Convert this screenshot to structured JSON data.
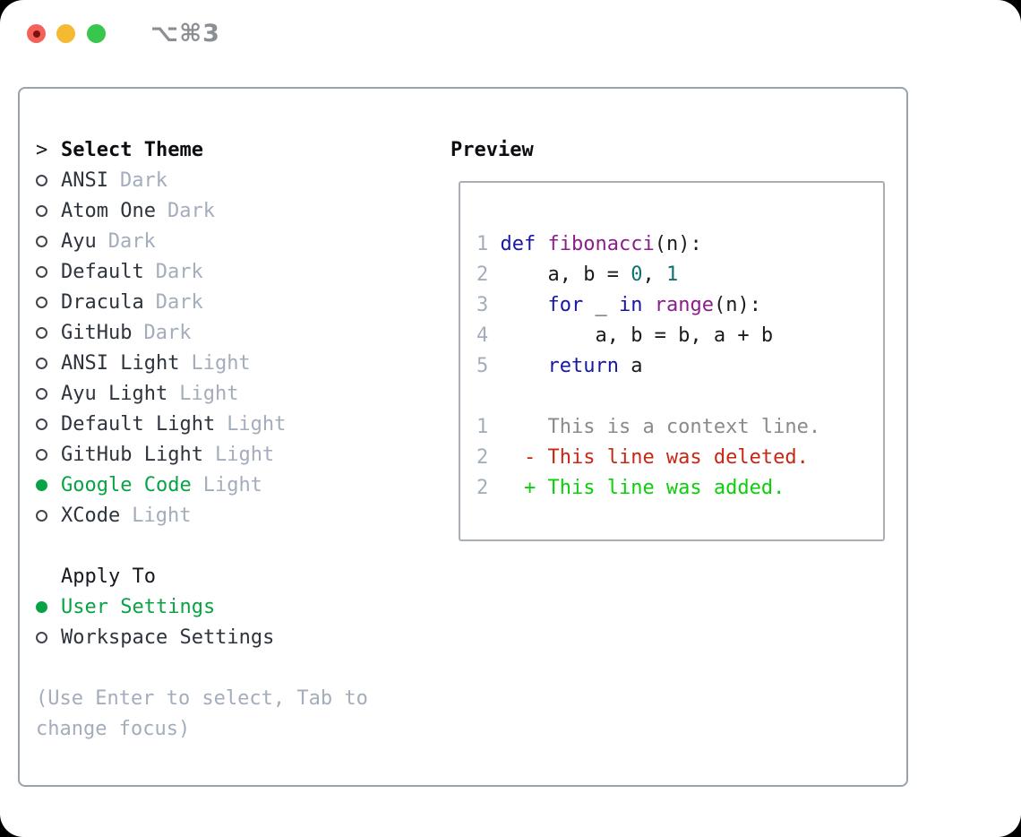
{
  "window": {
    "title": "⌥⌘3"
  },
  "colors": {
    "traffic_red": "#f4615a",
    "traffic_yellow": "#f6ba32",
    "traffic_green": "#39c64c",
    "selected_green": "#07a344",
    "muted_gray": "#a3adbb",
    "keyword_blue": "#1717a5",
    "function_purple": "#8c1d8c",
    "literal_teal": "#0e7070",
    "diff_context_gray": "#8a8a8a",
    "diff_deleted_red": "#c92714",
    "diff_added_green": "#0ccf0c"
  },
  "sidebar": {
    "heading_marker": ">",
    "heading": "Select Theme",
    "themes": [
      {
        "name": "ANSI",
        "variant": "Dark",
        "selected": false
      },
      {
        "name": "Atom One",
        "variant": "Dark",
        "selected": false
      },
      {
        "name": "Ayu",
        "variant": "Dark",
        "selected": false
      },
      {
        "name": "Default",
        "variant": "Dark",
        "selected": false
      },
      {
        "name": "Dracula",
        "variant": "Dark",
        "selected": false
      },
      {
        "name": "GitHub",
        "variant": "Dark",
        "selected": false
      },
      {
        "name": "ANSI Light",
        "variant": "Light",
        "selected": false
      },
      {
        "name": "Ayu Light",
        "variant": "Light",
        "selected": false
      },
      {
        "name": "Default Light",
        "variant": "Light",
        "selected": false
      },
      {
        "name": "GitHub Light",
        "variant": "Light",
        "selected": false
      },
      {
        "name": "Google Code",
        "variant": "Light",
        "selected": true
      },
      {
        "name": "XCode",
        "variant": "Light",
        "selected": false
      }
    ],
    "apply_heading": "Apply To",
    "apply_options": [
      {
        "name": "User Settings",
        "selected": true
      },
      {
        "name": "Workspace Settings",
        "selected": false
      }
    ],
    "hint_lines": [
      "(Use Enter to select, Tab to",
      "change focus)"
    ]
  },
  "preview": {
    "heading": "Preview",
    "code_lines": [
      {
        "num": "1",
        "tokens": [
          {
            "t": "def",
            "c": "kw"
          },
          {
            "t": " ",
            "c": "pln"
          },
          {
            "t": "fibonacci",
            "c": "fn"
          },
          {
            "t": "(n):",
            "c": "pln"
          }
        ]
      },
      {
        "num": "2",
        "tokens": [
          {
            "t": "    a, b = ",
            "c": "pln"
          },
          {
            "t": "0",
            "c": "lit"
          },
          {
            "t": ", ",
            "c": "pln"
          },
          {
            "t": "1",
            "c": "lit"
          }
        ]
      },
      {
        "num": "3",
        "tokens": [
          {
            "t": "    ",
            "c": "pln"
          },
          {
            "t": "for",
            "c": "kw"
          },
          {
            "t": " _ ",
            "c": "pln"
          },
          {
            "t": "in",
            "c": "kw"
          },
          {
            "t": " ",
            "c": "pln"
          },
          {
            "t": "range",
            "c": "fn"
          },
          {
            "t": "(n):",
            "c": "pln"
          }
        ]
      },
      {
        "num": "4",
        "tokens": [
          {
            "t": "        a, b = b, a + b",
            "c": "pln"
          }
        ]
      },
      {
        "num": "5",
        "tokens": [
          {
            "t": "    ",
            "c": "pln"
          },
          {
            "t": "return",
            "c": "kw"
          },
          {
            "t": " a",
            "c": "pln"
          }
        ]
      }
    ],
    "diff_lines": [
      {
        "num": "1",
        "c": "ctx",
        "t": "    This is a context line."
      },
      {
        "num": "2",
        "c": "del",
        "t": "  - This line was deleted."
      },
      {
        "num": "2",
        "c": "add",
        "t": "  + This line was added."
      }
    ]
  }
}
